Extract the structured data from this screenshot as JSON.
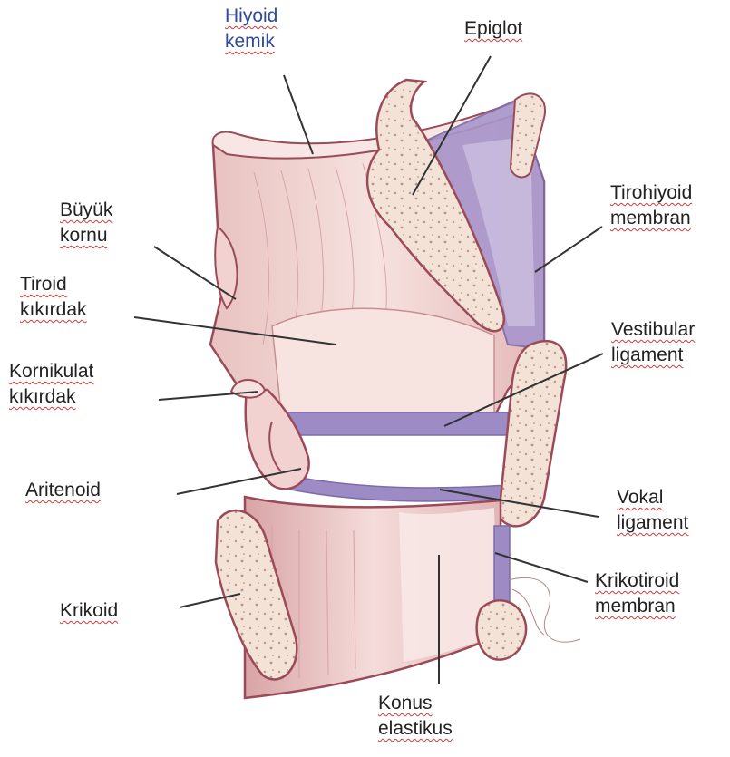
{
  "colors": {
    "tissue": "#f1d5d3",
    "tissue_dark": "#c98f90",
    "outline": "#9b4b57",
    "cartilage": "#f1dfd2",
    "membrane": "#9c8ac5",
    "leader": "#333333",
    "label_blue": "#2f4aa0",
    "squiggle": "#d23a3a"
  },
  "labels": {
    "hyoid": [
      "Hiyoid",
      "kemik"
    ],
    "epiglot": [
      "Epiglot"
    ],
    "tirohiyoid": [
      "Tirohiyoid",
      "membran"
    ],
    "buyuk_kornu": [
      "Büyük",
      "kornu"
    ],
    "tiroid": [
      "Tiroid",
      "kıkırdak"
    ],
    "vestibular": [
      "Vestibular",
      "ligament"
    ],
    "kornikulat": [
      "Kornikulat",
      "kıkırdak"
    ],
    "aritenoid": [
      "Aritenoid"
    ],
    "vokal": [
      "Vokal",
      "ligament"
    ],
    "krikotiroid": [
      "Krikotiroid",
      "membran"
    ],
    "krikoid": [
      "Krikoid"
    ],
    "konus": [
      "Konus",
      "elastikus"
    ]
  }
}
